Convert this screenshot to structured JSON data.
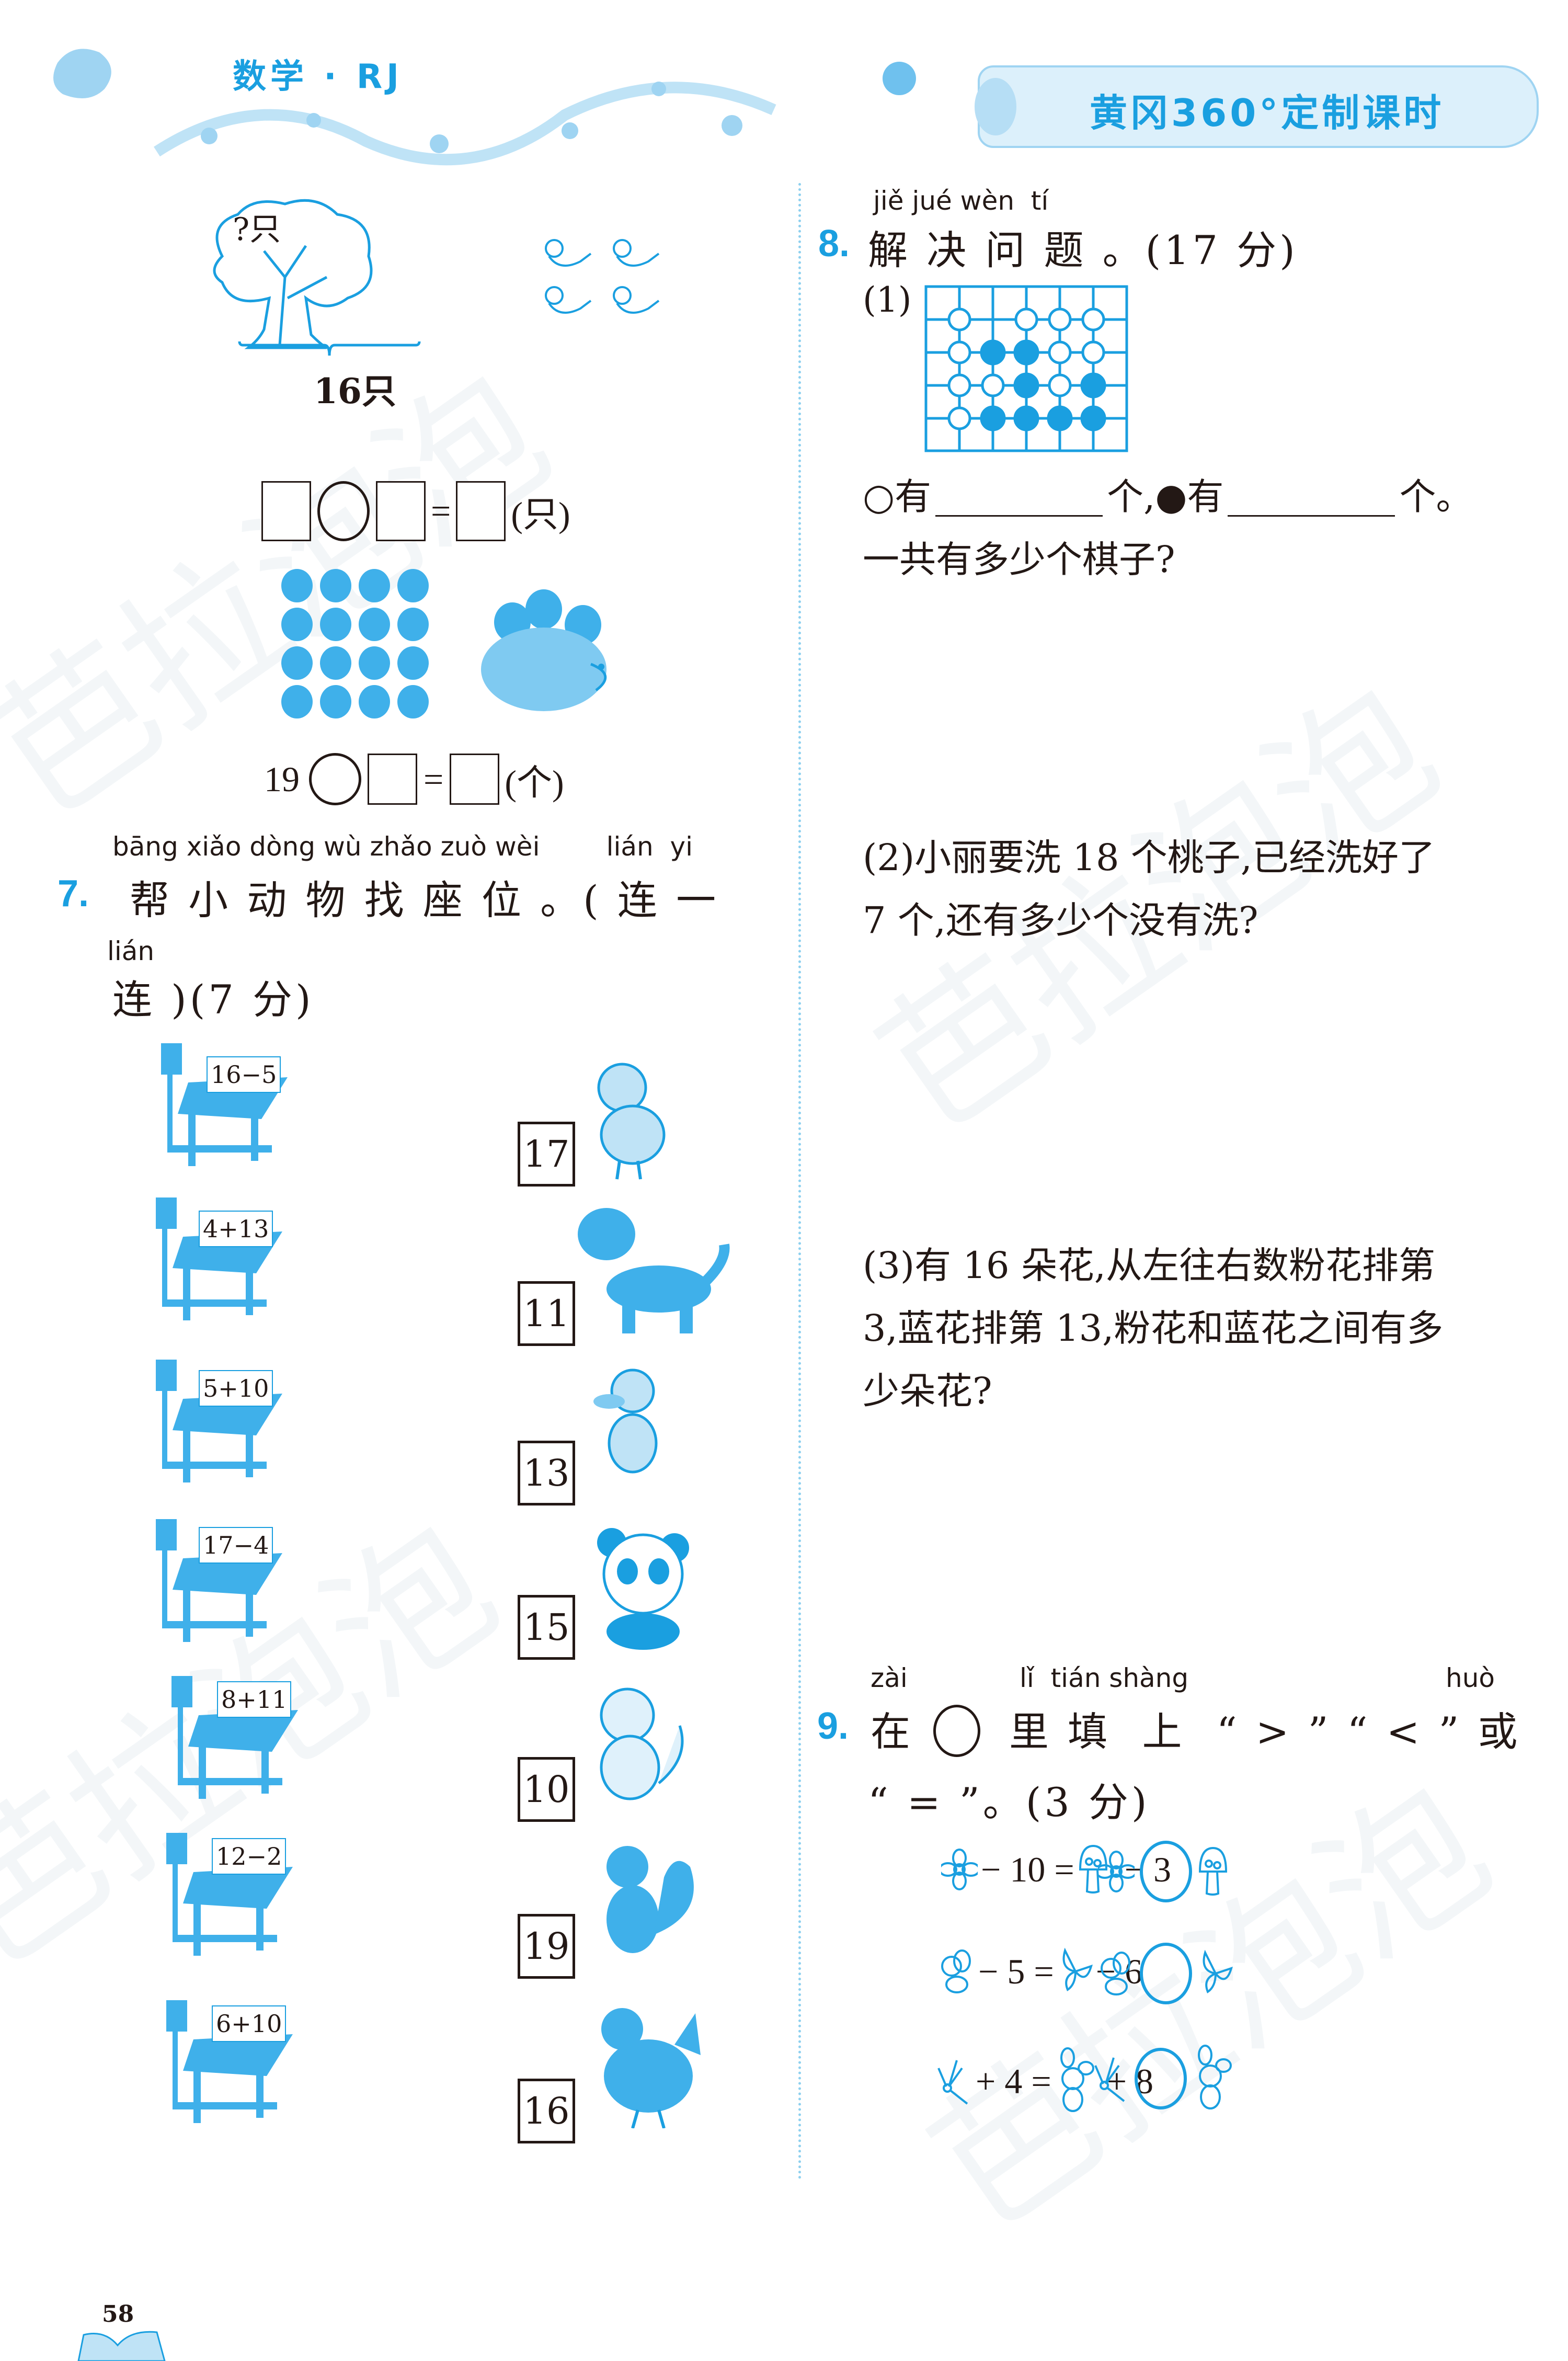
{
  "header": {
    "subject": "数学 · RJ",
    "series_title": "黄冈360°定制课时",
    "accent_color": "#1a9fe0",
    "light_color": "#cfe9f8"
  },
  "watermark": "芭拉泡泡",
  "left": {
    "tree_problem": {
      "tree_label": "?只",
      "birds_outside": 4,
      "total_label": "16只",
      "equation_unit": "(只)",
      "equals": "="
    },
    "apple_problem": {
      "apples_grid": {
        "rows": 4,
        "cols": 4
      },
      "hedgehog_apples": 3,
      "start_number": "19",
      "equals": "=",
      "equation_unit": "(个)"
    },
    "q7": {
      "number": "7.",
      "pinyin_line1": "bāng xiǎo dòng wù zhǎo zuò wèi        lián  yi",
      "title_line1": "帮 小 动 物 找 座 位 。( 连 一",
      "pinyin_line2": "lián",
      "title_line2": "连 )(7 分)",
      "desks": [
        {
          "expr": "16−5"
        },
        {
          "expr": "4+13"
        },
        {
          "expr": "5+10"
        },
        {
          "expr": "17−4"
        },
        {
          "expr": "8+11"
        },
        {
          "expr": "12−2"
        },
        {
          "expr": "6+10"
        }
      ],
      "animals": [
        {
          "number": "17",
          "animal": "chick"
        },
        {
          "number": "11",
          "animal": "dog"
        },
        {
          "number": "13",
          "animal": "duckling"
        },
        {
          "number": "15",
          "animal": "panda"
        },
        {
          "number": "10",
          "animal": "cat"
        },
        {
          "number": "19",
          "animal": "squirrel"
        },
        {
          "number": "16",
          "animal": "hen"
        }
      ]
    },
    "page_number": "58"
  },
  "right": {
    "q8": {
      "number": "8.",
      "pinyin": "jiě jué wèn  tí",
      "title": "解 决 问 题 。(17 分)",
      "part1": {
        "label": "(1)",
        "board": [
          [
            "o",
            "",
            "o",
            "o",
            "o"
          ],
          [
            "o",
            "b",
            "b",
            "o",
            "o"
          ],
          [
            "o",
            "o",
            "b",
            "o",
            "b"
          ],
          [
            "o",
            "b",
            "b",
            "b",
            "b"
          ]
        ],
        "white_label": "○有",
        "black_label": "●有",
        "unit1": "个,",
        "unit2": "个。",
        "question": "一共有多少个棋子?"
      },
      "part2": {
        "line1": "(2)小丽要洗 18 个桃子,已经洗好了",
        "line2": "7 个,还有多少个没有洗?"
      },
      "part3": {
        "line1": "(3)有 16 朵花,从左往右数粉花排第",
        "line2": "3,蓝花排第 13,粉花和蓝花之间有多",
        "line3": "少朵花?"
      }
    },
    "q9": {
      "number": "9.",
      "pinyin_zai": "zài",
      "pinyin_mid": "lǐ  tián shàng",
      "pinyin_huo": "huò",
      "title_a": "在",
      "title_b": "里 填  上  “ > ” “ < ” 或",
      "title_line2": "“ = ”。(3 分)",
      "rows": [
        {
          "left_icon": "flower",
          "op1": "− 10 =",
          "right_icon": "mushroom",
          "op2": "− 3"
        },
        {
          "left_icon": "bee",
          "op1": "− 5 =",
          "right_icon": "butterfly",
          "op2": "− 6"
        },
        {
          "left_icon": "dragonfly",
          "op1": "+ 4 =",
          "right_icon": "rabbit",
          "op2": "+ 8"
        }
      ]
    }
  }
}
